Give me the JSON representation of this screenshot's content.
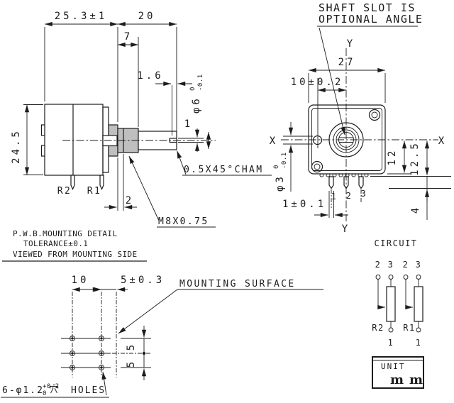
{
  "palette": {
    "ink": "#1c1c1c",
    "background": "#ffffff",
    "bushing_gray": "#bfbfbf"
  },
  "side_view": {
    "dims": {
      "depth": "25.3±1",
      "shaft_length": "20",
      "thread_length": "7",
      "slot_depth": "1.6",
      "body_height": "24.5",
      "collar": "2",
      "slot_width": "1"
    },
    "shaft_dia": {
      "main": "φ6",
      "tol_upper": "0",
      "tol_lower": "-0.1"
    },
    "labels": {
      "thread": "M8X0.75",
      "chamfer": "0.5X45°CHAM",
      "r2": "R2",
      "r1": "R1"
    }
  },
  "front_view": {
    "note": {
      "line1": "SHAFT SLOT IS",
      "line2": "OPTIONAL ANGLE"
    },
    "dims": {
      "width": "27",
      "hole_offset": "10±0.2",
      "center_to_bottom": "12",
      "center_to_seat": "12.5",
      "pin_length": "4",
      "pin_width": "1±0.1"
    },
    "pilot_dia": {
      "main": "φ3",
      "tol_upper": "0",
      "tol_lower": "-0.1"
    },
    "axis": {
      "x": "X",
      "y": "Y"
    },
    "pins": [
      "1",
      "2",
      "3"
    ]
  },
  "pwb": {
    "title1": "P.W.B.MOUNTING DETAIL",
    "title2": "TOLERANCE±0.1",
    "title3": "VIEWED FROM MOUNTING SIDE",
    "mounting_surface": "MOUNTING SURFACE",
    "dims": {
      "pitch": "10",
      "surface": "5±0.3",
      "row_pitch": "5"
    },
    "holes_note": {
      "prefix": "6-φ1.2",
      "tol_sup": "+0.2",
      "tol_sub": "0",
      "kanji": "穴",
      "suffix": "HOLES"
    }
  },
  "circuit": {
    "title": "CIRCUIT",
    "terminal_2": "2",
    "terminal_3": "3",
    "terminal_1": "1",
    "r2_label": "R2",
    "r1_label": "R1"
  },
  "unit": {
    "label": "UNIT",
    "value": "mm"
  }
}
